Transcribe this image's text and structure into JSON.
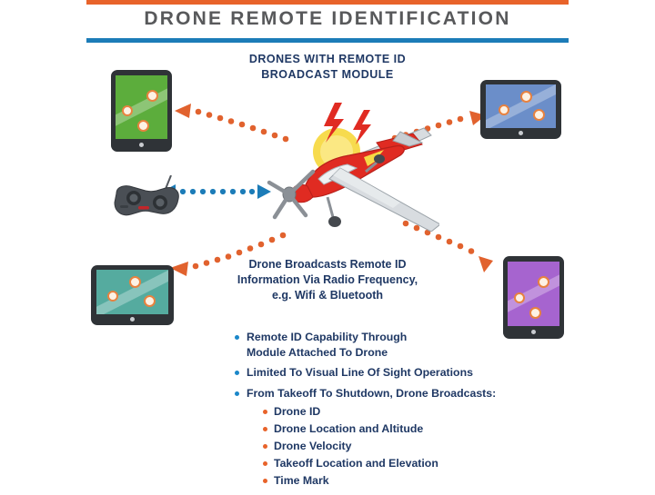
{
  "header": {
    "title": "DRONE REMOTE IDENTIFICATION",
    "rule_top_color": "#e8632a",
    "rule_bottom_color": "#1c7cb8",
    "title_color": "#58595b"
  },
  "subtitle": {
    "line1": "DRONES WITH REMOTE ID",
    "line2": "BROADCAST MODULE",
    "color": "#1f3864"
  },
  "broadcast_text": {
    "line1": "Drone Broadcasts Remote ID",
    "line2": "Information Via Radio Frequency,",
    "line3": "e.g. Wifi & Bluetooth"
  },
  "bullets": [
    {
      "text": "Remote ID Capability Through Module Attached To Drone"
    },
    {
      "text": "Limited To Visual Line Of Sight Operations"
    },
    {
      "text": "From Takeoff To Shutdown, Drone Broadcasts:"
    }
  ],
  "sub_bullets": [
    {
      "text": "Drone ID"
    },
    {
      "text": "Drone Location and Altitude"
    },
    {
      "text": "Drone Velocity"
    },
    {
      "text": "Takeoff Location and Elevation"
    },
    {
      "text": "Time Mark"
    }
  ],
  "bullet_colors": {
    "primary_dot": "#1b87c9",
    "sub_dot": "#e8632a",
    "text": "#1f3864"
  },
  "devices": [
    {
      "name": "tablet-green-portrait",
      "orientation": "portrait",
      "screen_color": "#5cad3c",
      "blips": 3
    },
    {
      "name": "tablet-blue-landscape",
      "orientation": "landscape",
      "screen_color": "#6b8ec9",
      "blips": 3
    },
    {
      "name": "tablet-teal-landscape",
      "orientation": "landscape",
      "screen_color": "#55ab9f",
      "blips": 3
    },
    {
      "name": "tablet-purple-portrait",
      "orientation": "portrait",
      "screen_color": "#a664cf",
      "blips": 3
    },
    {
      "name": "remote-controller",
      "orientation": "handheld",
      "screen_color": "#3c4147",
      "blips": 0
    }
  ],
  "aircraft": {
    "name": "red-airplane",
    "body_color": "#e02b22",
    "wing_color": "#d8dce0",
    "burst_color": "#f5d32e",
    "bolt_color": "#e02b22"
  },
  "arrows": {
    "broadcast_color": "#e1622e",
    "control_link_color": "#1c7cb8",
    "broadcast_count": 4,
    "control_link_count": 1
  }
}
